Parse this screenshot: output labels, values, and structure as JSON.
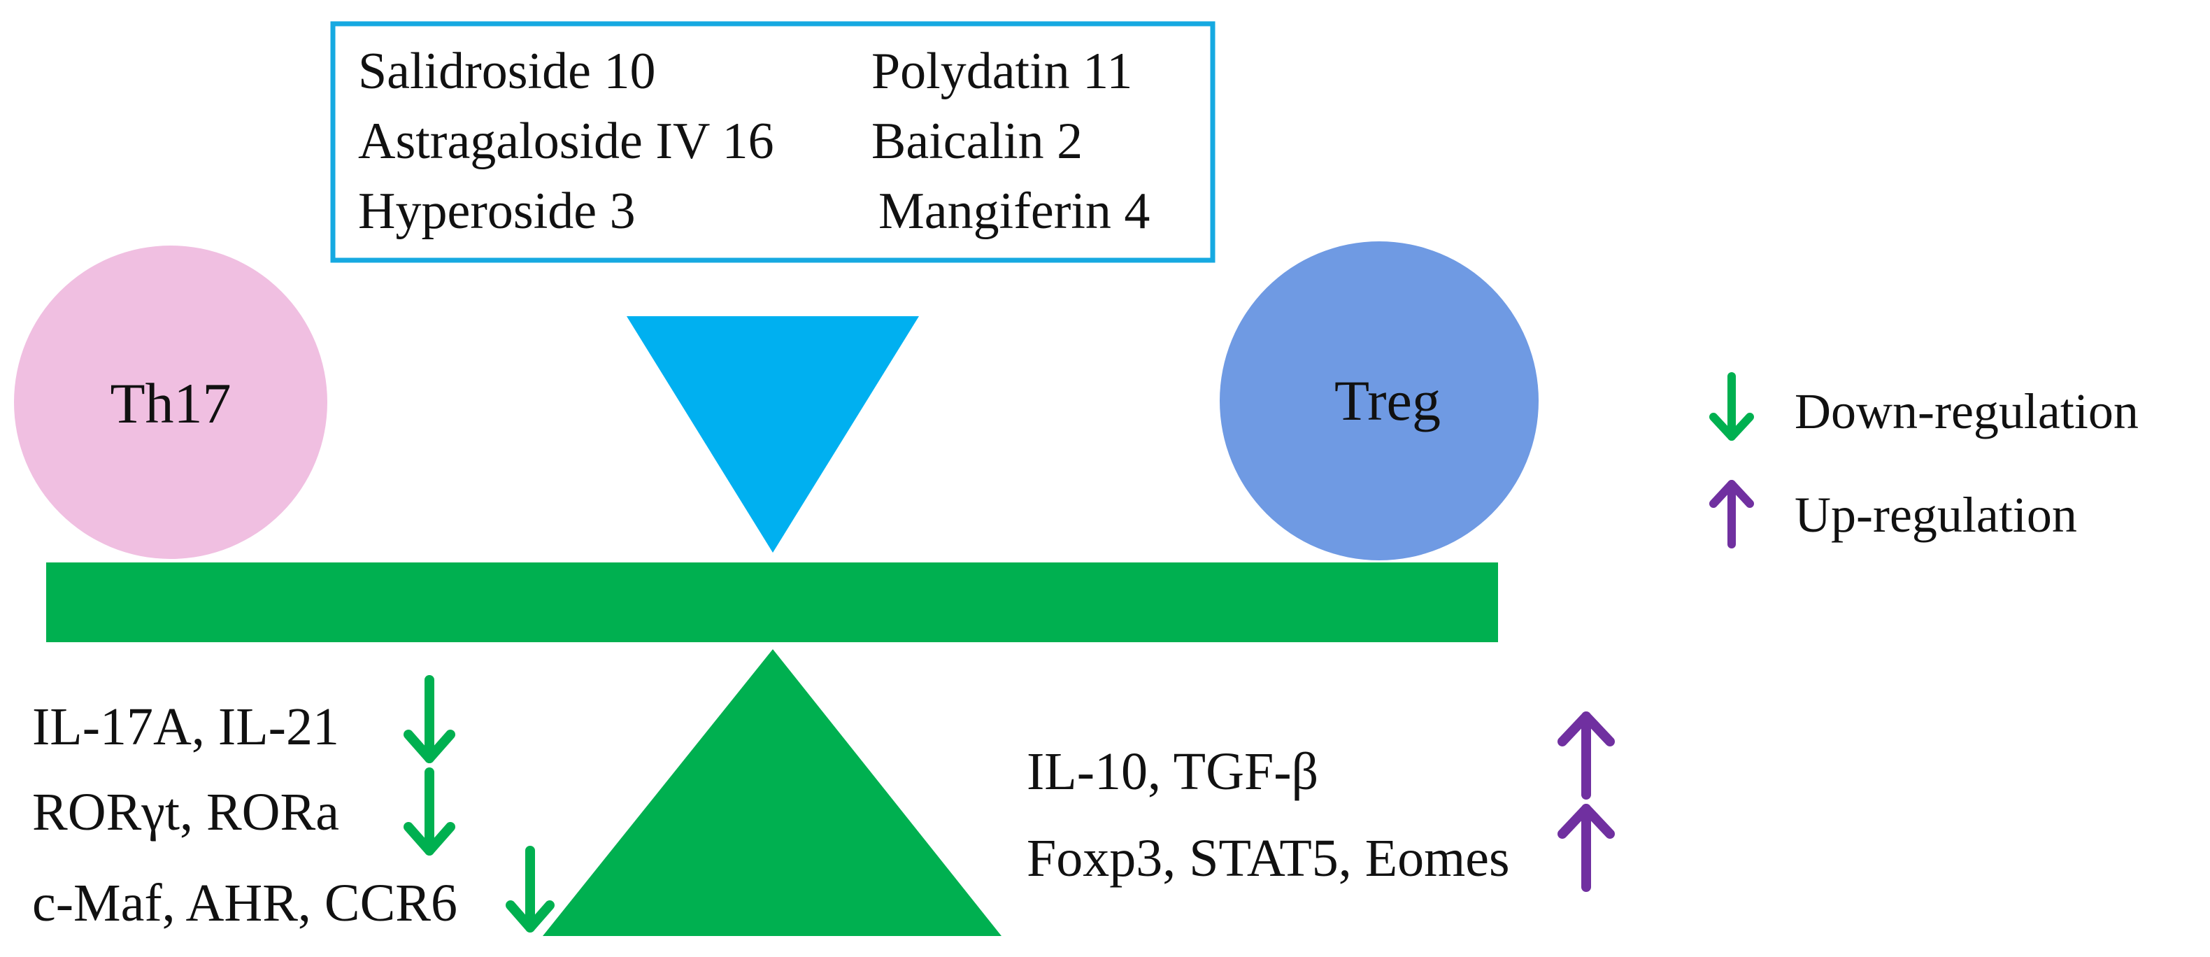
{
  "compounds_box": {
    "left_column": [
      "Salidroside 10",
      "Astragaloside IV 16",
      "Hyperoside 3"
    ],
    "right_column": [
      "Polydatin 11",
      "Baicalin 2",
      "Mangiferin 4"
    ]
  },
  "cells": {
    "left": "Th17",
    "right": "Treg"
  },
  "markers": {
    "th17": [
      "IL-17A, IL-21",
      "RORγt, RORa",
      "c-Maf, AHR, CCR6"
    ],
    "treg": [
      "IL-10, TGF-β",
      "Foxp3, STAT5, Eomes"
    ]
  },
  "legend": {
    "down": "Down-regulation",
    "up": "Up-regulation"
  },
  "icons": {
    "down_arrow": "arrow-down-icon",
    "up_arrow": "arrow-up-icon"
  },
  "colors": {
    "box_border": "#16a9e1",
    "funnel": "#00b0f0",
    "beam": "#00b050",
    "fulcrum": "#00b050",
    "th17": "#f0bfe1",
    "treg": "#6f9ae3",
    "down_arrow": "#00b050",
    "up_arrow": "#7030a0"
  }
}
